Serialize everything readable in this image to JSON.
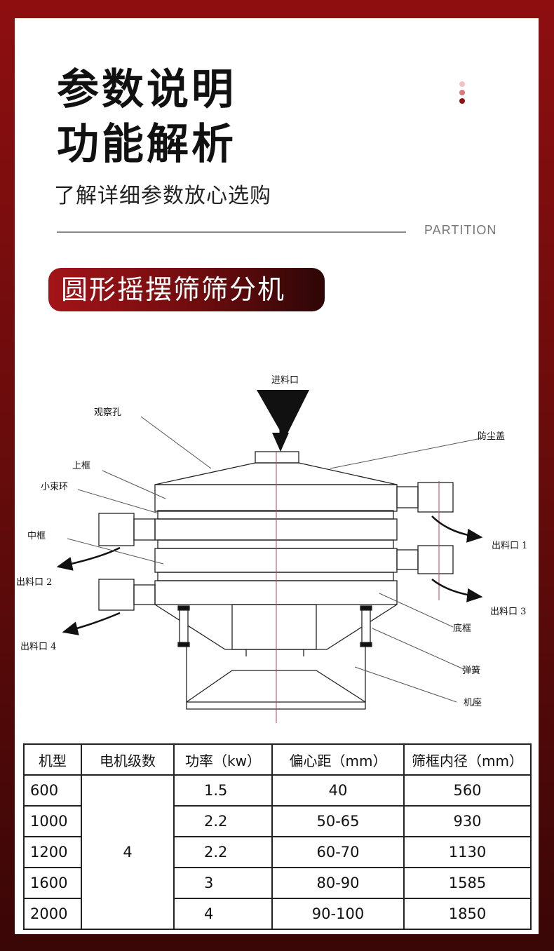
{
  "header": {
    "title_line1": "参数说明",
    "title_line2": "功能解析",
    "subtitle": "了解详细参数放心选购",
    "partition_label": "PARTITION"
  },
  "product": {
    "name": "圆形摇摆筛筛分机"
  },
  "colors": {
    "brand_red": "#8e0e10",
    "dot_light": "#f2c2c2",
    "dot_mid": "#d9777a",
    "dot_dark": "#8e1416"
  },
  "diagram": {
    "labels": {
      "inlet": "进料口",
      "observation_hole": "观察孔",
      "dust_cover": "防尘盖",
      "upper_frame": "上框",
      "small_clamp_ring": "小束环",
      "middle_frame": "中框",
      "outlet_1": "出料口 1",
      "outlet_2": "出料口 2",
      "outlet_3": "出料口 3",
      "outlet_4": "出料口 4",
      "bottom_frame": "底框",
      "spring": "弹簧",
      "base": "机座"
    }
  },
  "spec_table": {
    "headers": [
      "机型",
      "电机级数",
      "功率（kw）",
      "偏心距（mm）",
      "筛框内径（mm）"
    ],
    "motor_poles": "4",
    "rows": [
      {
        "model": "600",
        "power": "1.5",
        "eccentric": "40",
        "diameter": "560"
      },
      {
        "model": "1000",
        "power": "2.2",
        "eccentric": "50-65",
        "diameter": "930"
      },
      {
        "model": "1200",
        "power": "2.2",
        "eccentric": "60-70",
        "diameter": "1130"
      },
      {
        "model": "1600",
        "power": "3",
        "eccentric": "80-90",
        "diameter": "1585"
      },
      {
        "model": "2000",
        "power": "4",
        "eccentric": "90-100",
        "diameter": "1850"
      }
    ]
  }
}
